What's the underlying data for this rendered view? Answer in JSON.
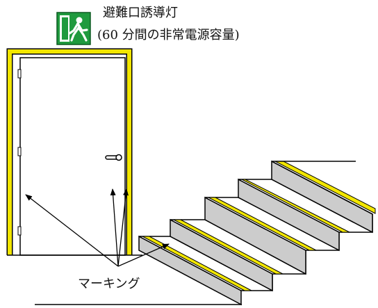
{
  "sign": {
    "title": "避難口誘導灯",
    "subtitle": "(60 分間の非常電源容量)",
    "icon": "running-man-exit-icon",
    "color": "#1f9a3e"
  },
  "marking": {
    "label": "マーキング",
    "color": "#f2e600"
  },
  "stairs": {
    "step_count": 5,
    "tread_color": "#cccccc"
  }
}
